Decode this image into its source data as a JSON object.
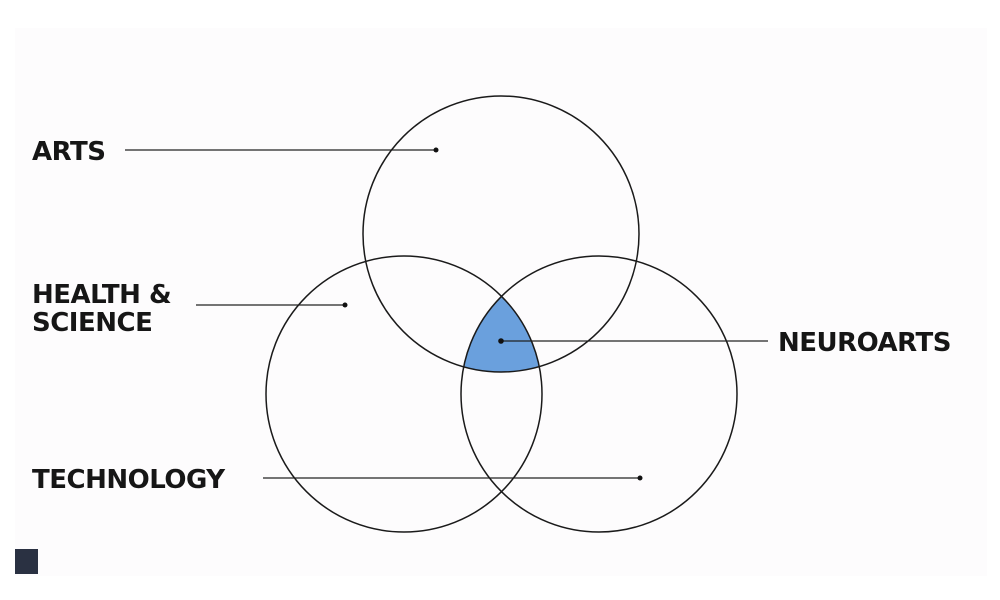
{
  "labels": {
    "arts": "ARTS",
    "health_line1": "HEALTH &",
    "health_line2": "SCIENCE",
    "technology": "TECHNOLOGY",
    "neuroarts": "NEUROARTS"
  },
  "colors": {
    "intersection": "#6aa0dd",
    "stroke": "#1a1a1a",
    "corner_square": "#2a3142"
  }
}
